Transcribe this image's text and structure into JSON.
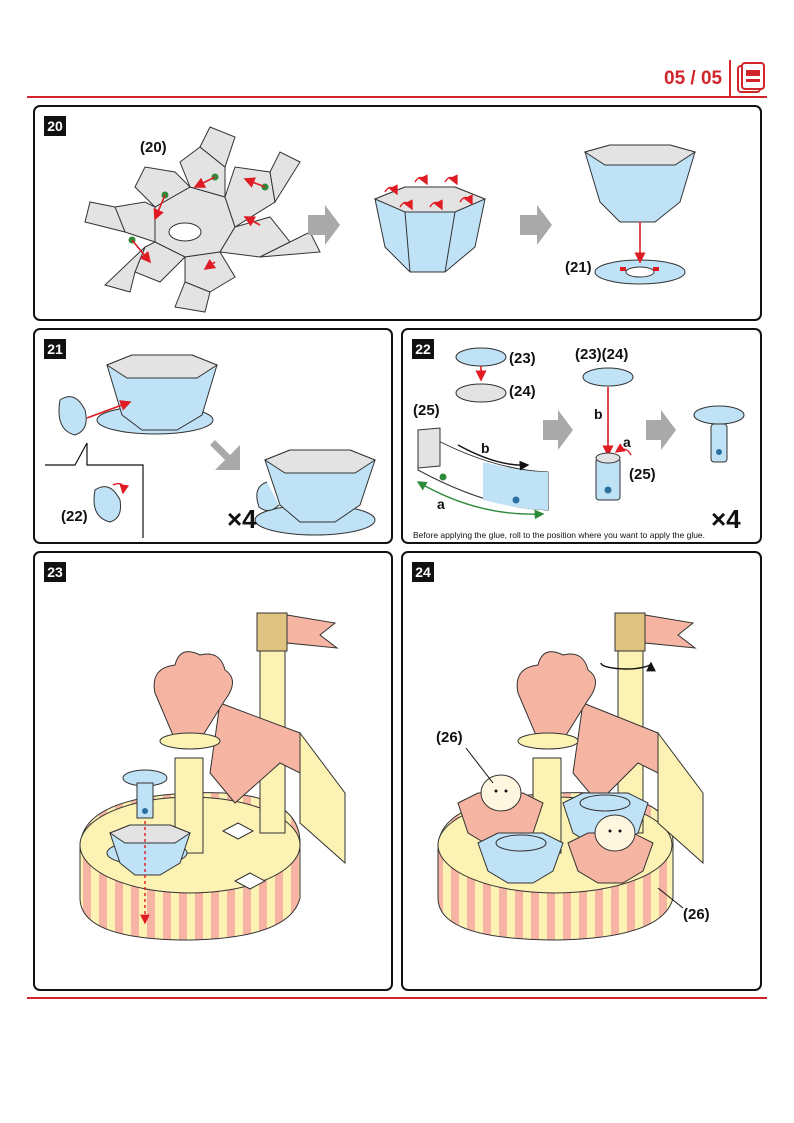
{
  "header": {
    "page_number": "05 / 05",
    "icon": "booklet-icon",
    "accent_color": "#d0262b"
  },
  "colors": {
    "cup_blue": "#bfe2f6",
    "pink": "#f6b5a3",
    "cream": "#fbf2b3",
    "grey": "#e3e3e3",
    "arrow_red": "#e01b24",
    "arrow_grey": "#a9a9a9",
    "dot_green": "#2f8a3c",
    "dot_blue": "#2b6f9e"
  },
  "steps": {
    "s20": {
      "badge": "20",
      "part_a": "(20)",
      "part_b": "(21)"
    },
    "s21": {
      "badge": "21",
      "part_a": "(22)",
      "multiplier": "×4"
    },
    "s22": {
      "badge": "22",
      "part_23": "(23)",
      "part_24": "(24)",
      "part_25": "(25)",
      "part_2324": "(23)(24)",
      "part_25b": "(25)",
      "fold_a": "a",
      "fold_b": "b",
      "fold_a2": "a",
      "fold_b2": "b",
      "note": "Before applying the glue, roll to the position where you want to apply the glue.",
      "multiplier": "×4"
    },
    "s23": {
      "badge": "23"
    },
    "s24": {
      "badge": "24",
      "part_26a": "(26)",
      "part_26b": "(26)",
      "icon": "rotate-icon"
    }
  }
}
